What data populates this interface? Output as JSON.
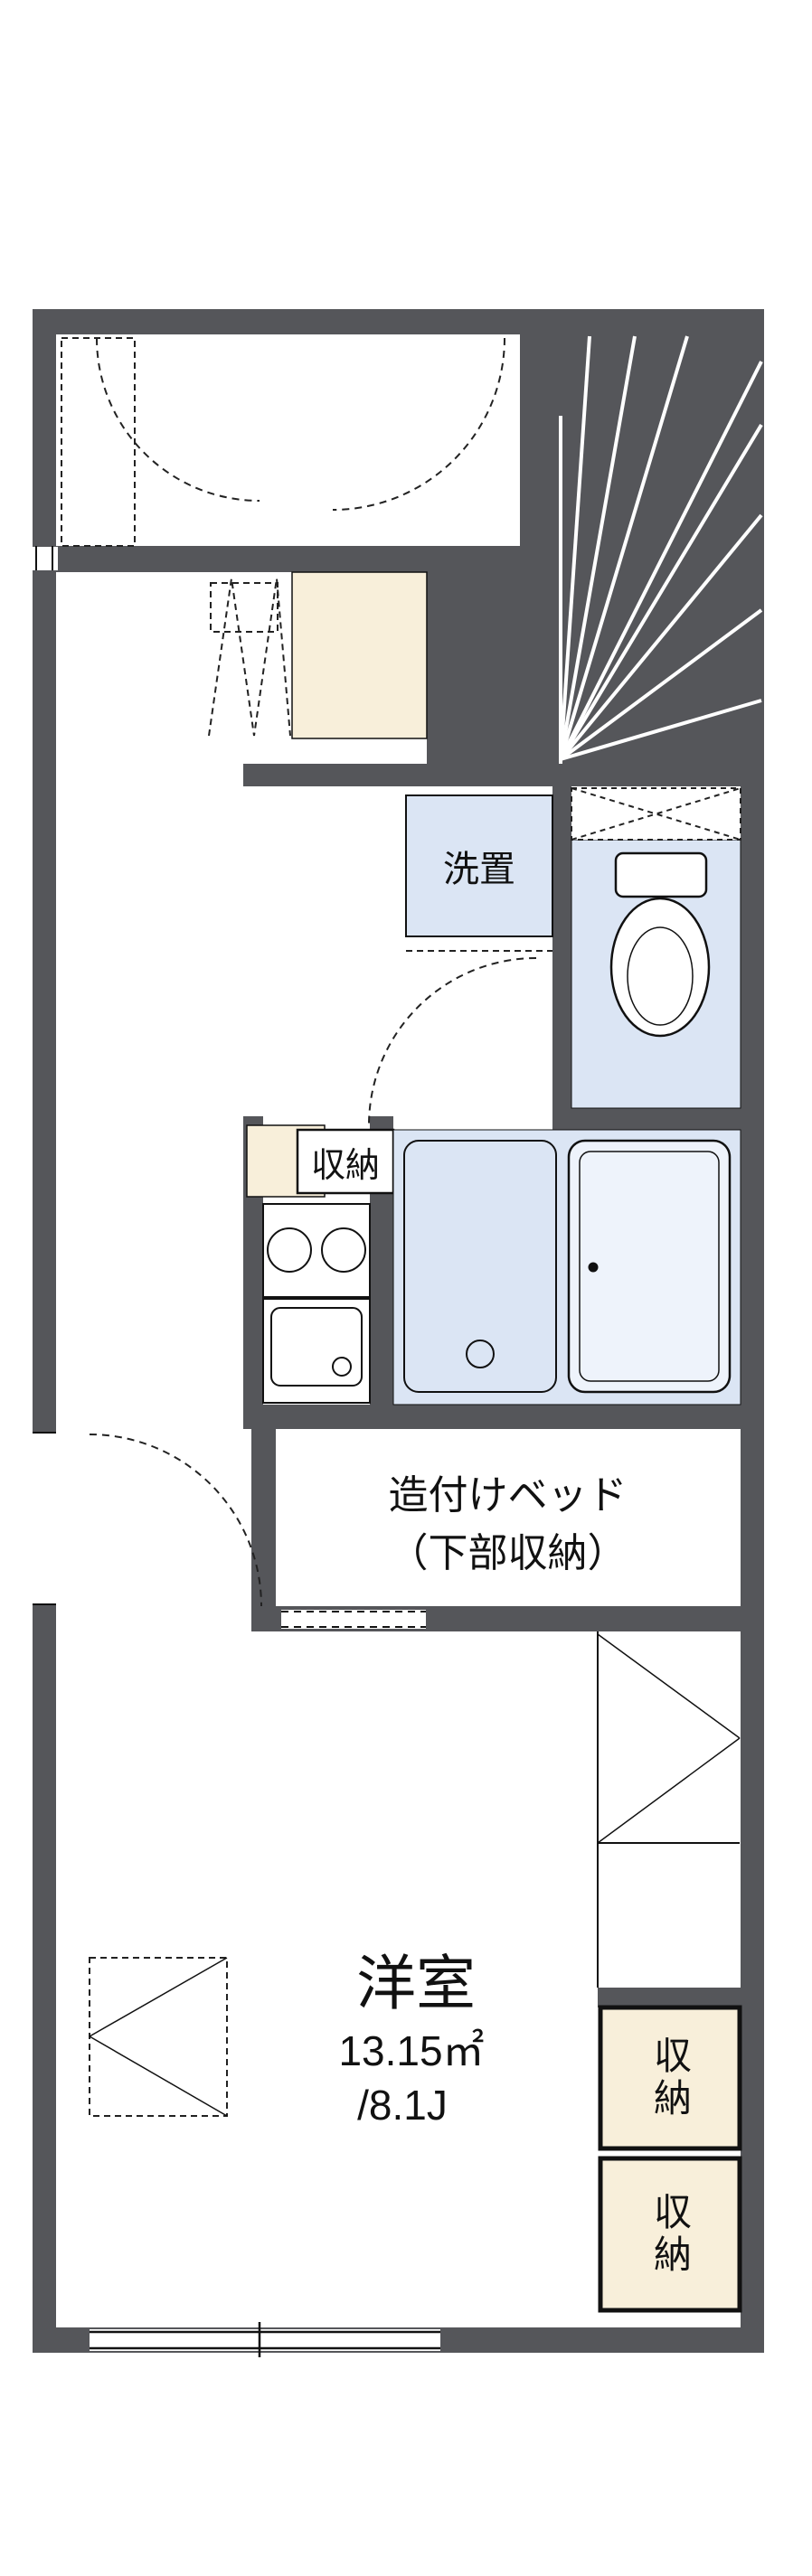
{
  "title": "apartment-floor-plan",
  "rooms": {
    "laundry": {
      "label": "洗置"
    },
    "kitchen_storage": {
      "label": "収納"
    },
    "bed": {
      "line1": "造付けベッド",
      "line2": "（下部収納）"
    },
    "main": {
      "name": "洋室",
      "area_m2": "13.15㎡",
      "area_tatami": "/8.1J"
    },
    "storage_a": {
      "label": "収納"
    },
    "storage_b": {
      "label": "収納"
    }
  },
  "colors": {
    "wall": "#55565a",
    "wet_area_blue": "#dbe5f4",
    "entry_cream": "#f8efda",
    "line": "#111111",
    "background": "#ffffff"
  }
}
